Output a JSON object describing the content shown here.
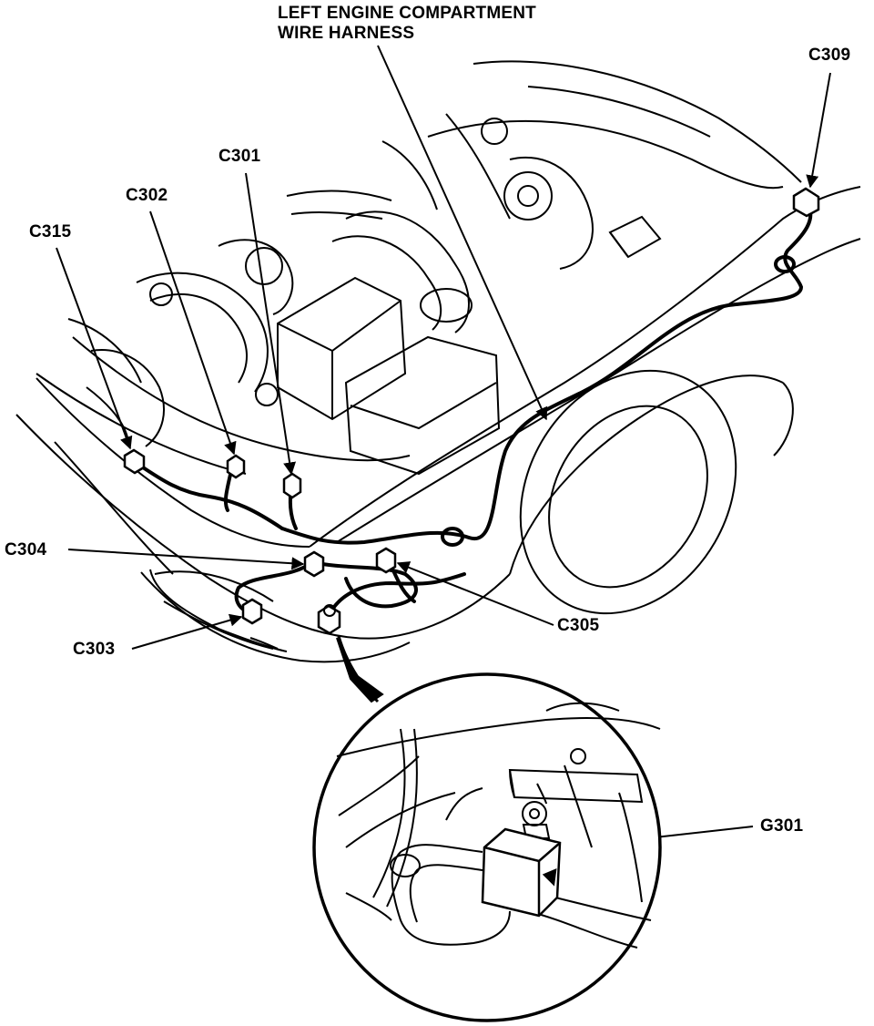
{
  "title": {
    "line1": "LEFT ENGINE COMPARTMENT",
    "line2": "WIRE HARNESS"
  },
  "labels": {
    "c309": "C309",
    "c301": "C301",
    "c302": "C302",
    "c315": "C315",
    "c304": "C304",
    "c305": "C305",
    "c303": "C303",
    "g301": "G301"
  },
  "colors": {
    "ink": "#000000",
    "paper": "#ffffff"
  }
}
